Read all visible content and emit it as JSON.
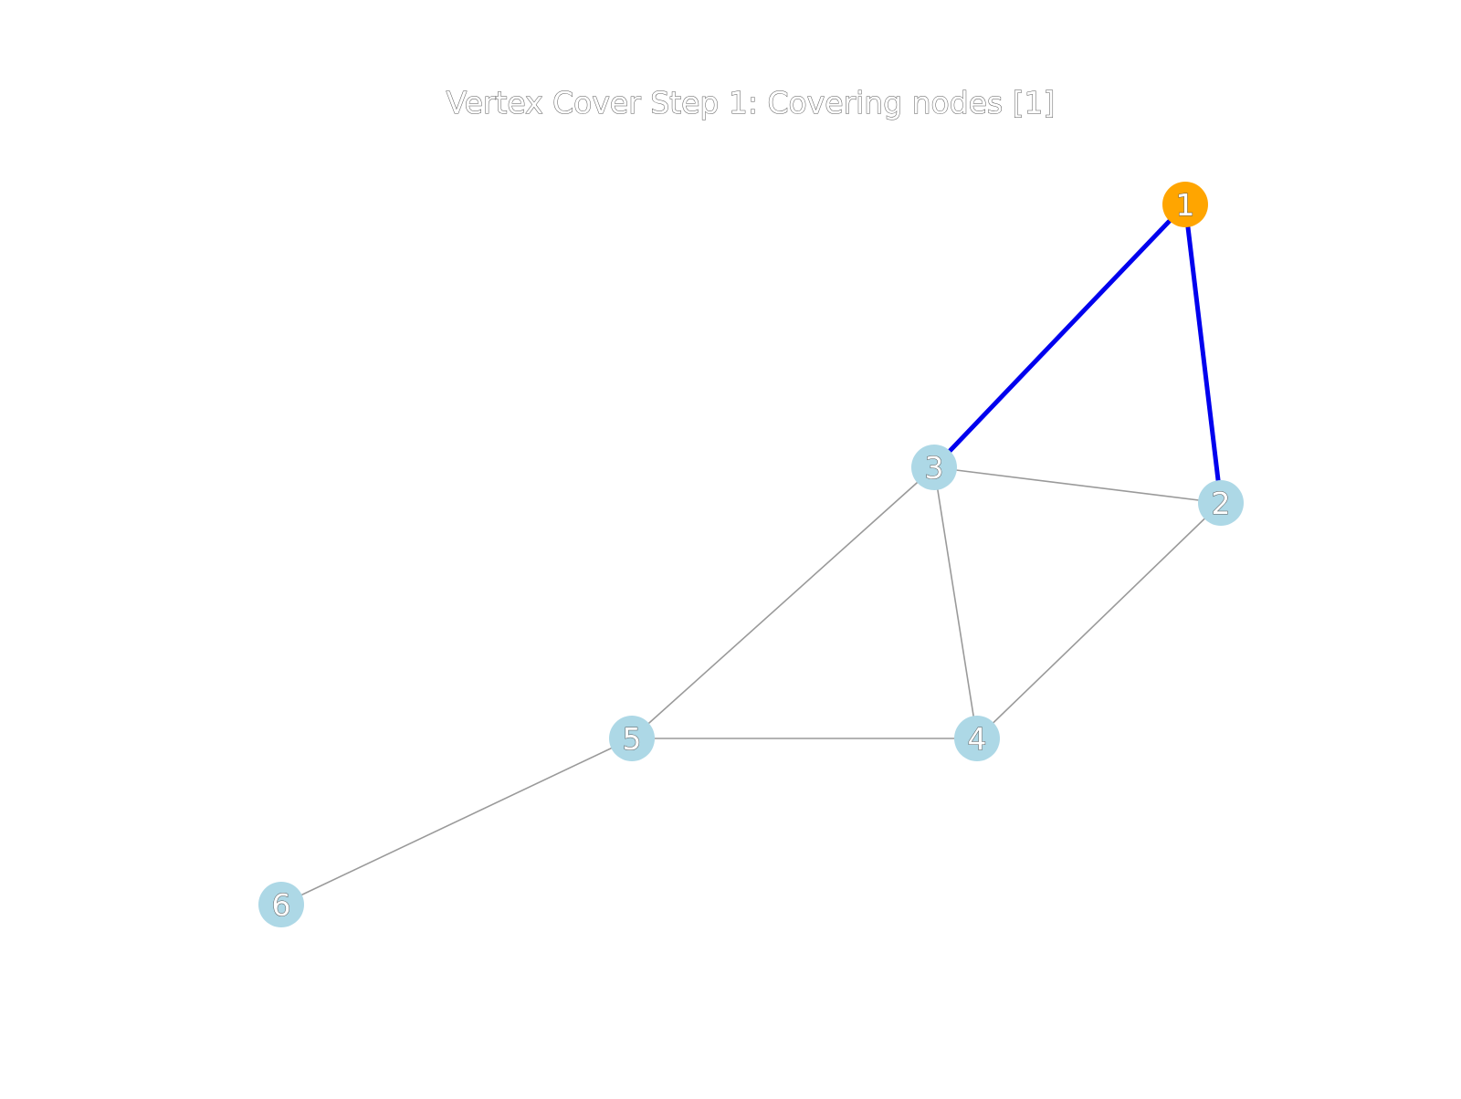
{
  "title": "Vertex Cover Step 1: Covering nodes [1]",
  "colors": {
    "background": "#ffffff",
    "covered_node": "#ffa500",
    "uncovered_node": "#add8e6",
    "covered_edge": "#0000ee",
    "uncovered_edge": "#9a9a9a",
    "text_outline": "#555555"
  },
  "graph": {
    "nodes": [
      {
        "id": "1",
        "label": "1",
        "covered": true
      },
      {
        "id": "2",
        "label": "2",
        "covered": false
      },
      {
        "id": "3",
        "label": "3",
        "covered": false
      },
      {
        "id": "4",
        "label": "4",
        "covered": false
      },
      {
        "id": "5",
        "label": "5",
        "covered": false
      },
      {
        "id": "6",
        "label": "6",
        "covered": false
      }
    ],
    "edges": [
      {
        "source": "1",
        "target": "3",
        "covered": true
      },
      {
        "source": "1",
        "target": "2",
        "covered": true
      },
      {
        "source": "3",
        "target": "2",
        "covered": false
      },
      {
        "source": "3",
        "target": "5",
        "covered": false
      },
      {
        "source": "3",
        "target": "4",
        "covered": false
      },
      {
        "source": "2",
        "target": "4",
        "covered": false
      },
      {
        "source": "5",
        "target": "4",
        "covered": false
      },
      {
        "source": "5",
        "target": "6",
        "covered": false
      }
    ]
  }
}
